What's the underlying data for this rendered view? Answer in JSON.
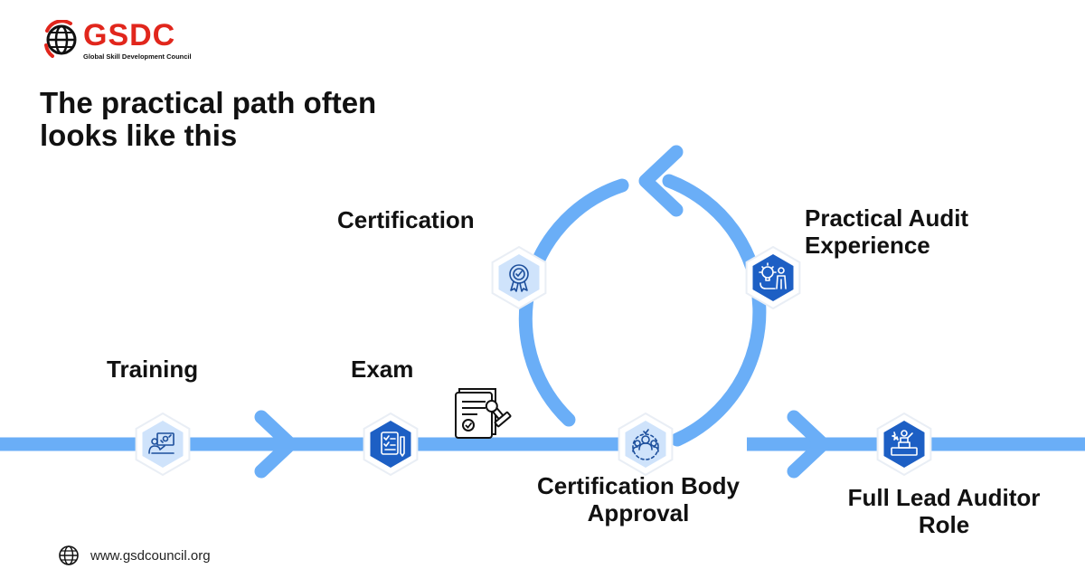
{
  "brand": {
    "logo_text": "GSDC",
    "logo_subtitle": "Global Skill Development Council",
    "logo_color": "#e1261c"
  },
  "title_lines": [
    "The practical path often",
    "looks like this"
  ],
  "colors": {
    "path": "#6aaef7",
    "icon_dark": "#1d5fc4",
    "icon_light": "#cfe3fb",
    "text": "#111111"
  },
  "steps": [
    {
      "id": "training",
      "label": [
        "Training"
      ],
      "icon": "presentation-icon",
      "style": "light"
    },
    {
      "id": "exam",
      "label": [
        "Exam"
      ],
      "icon": "exam-sheet-icon",
      "style": "dark"
    },
    {
      "id": "certification-body",
      "label": [
        "Certification Body",
        "Approval"
      ],
      "icon": "team-icon",
      "style": "light"
    },
    {
      "id": "certification",
      "label": [
        "Certification"
      ],
      "icon": "award-ribbon-icon",
      "style": "light"
    },
    {
      "id": "practical-audit",
      "label": [
        "Practical Audit",
        "Experience"
      ],
      "icon": "idea-person-icon",
      "style": "dark"
    },
    {
      "id": "lead-auditor",
      "label": [
        "Full Lead Auditor",
        "Role"
      ],
      "icon": "podium-icon",
      "style": "dark"
    }
  ],
  "footer": {
    "website": "www.gsdcouncil.org",
    "icon": "globe-icon"
  }
}
